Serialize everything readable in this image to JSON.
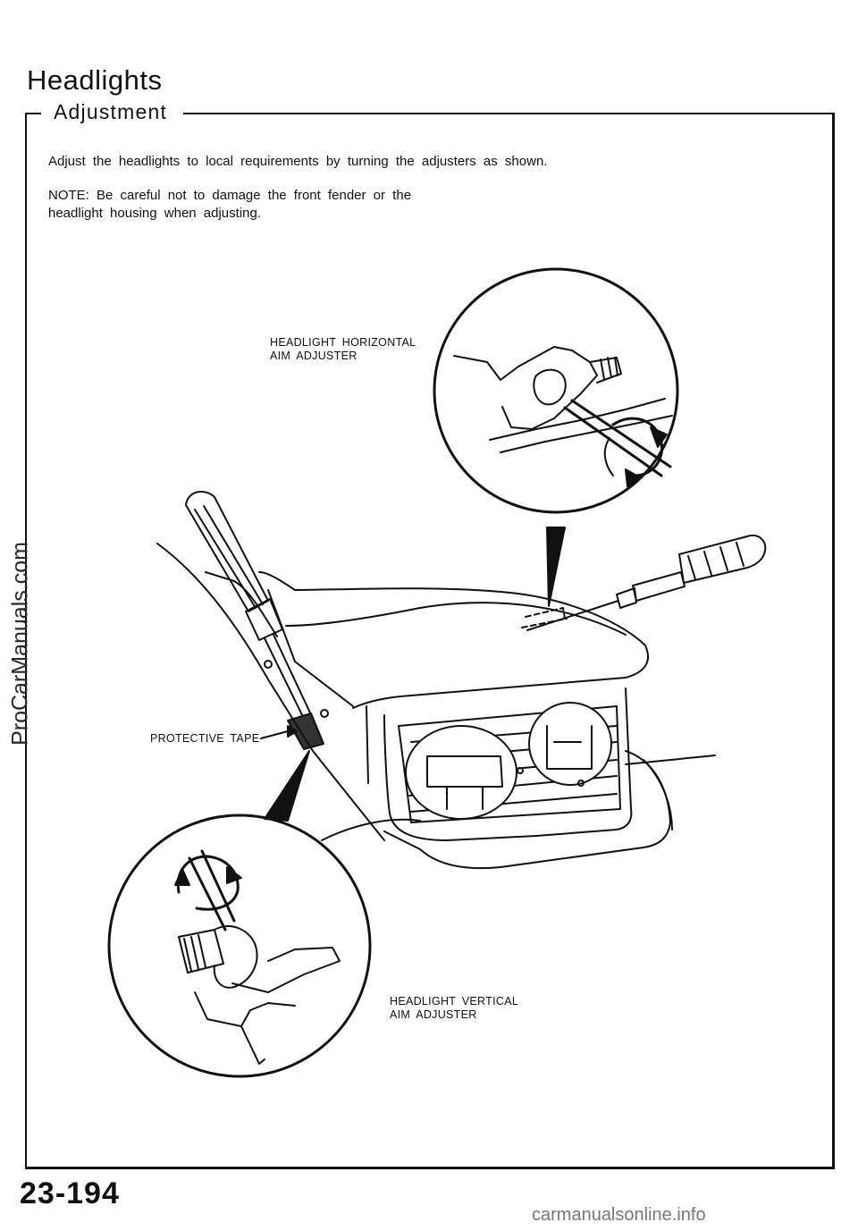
{
  "page": {
    "title": "Headlights",
    "section": "Adjustment",
    "paragraph1": "Adjust the headlights to local requirements by turning the adjusters as shown.",
    "note": "NOTE:  Be careful not to damage the front fender or the headlight housing when adjusting.",
    "page_number": "23-194"
  },
  "illustration": {
    "label_horizontal_line1": "HEADLIGHT HORIZONTAL",
    "label_horizontal_line2": "AIM ADJUSTER",
    "label_tape": "PROTECTIVE TAPE",
    "label_vertical_line1": "HEADLIGHT VERTICAL",
    "label_vertical_line2": "AIM ADJUSTER"
  },
  "watermarks": {
    "side": "ProCarManuals.com",
    "footer": "carmanualsonline.info"
  }
}
